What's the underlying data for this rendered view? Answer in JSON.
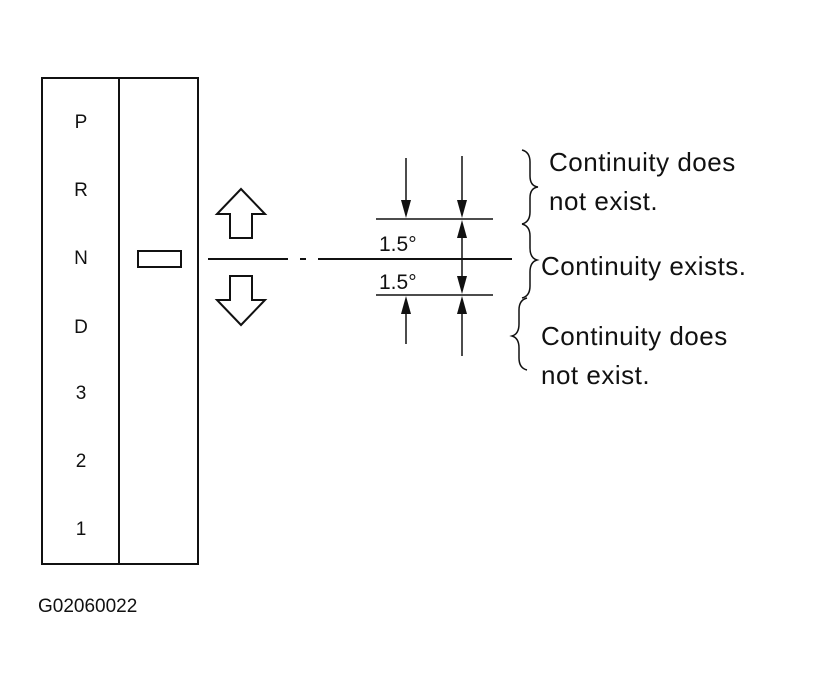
{
  "selector": {
    "positions": [
      "P",
      "R",
      "N",
      "D",
      "3",
      "2",
      "1"
    ]
  },
  "angles": {
    "upper": "1.5°",
    "lower": "1.5°"
  },
  "notes": {
    "upper_line1": "Continuity does",
    "upper_line2": "not exist.",
    "middle": "Continuity exists.",
    "lower_line1": "Continuity does",
    "lower_line2": "not exist."
  },
  "figure_code": "G02060022",
  "icons": {
    "up_arrow": "outline-up-arrow-icon",
    "down_arrow": "outline-down-arrow-icon"
  }
}
